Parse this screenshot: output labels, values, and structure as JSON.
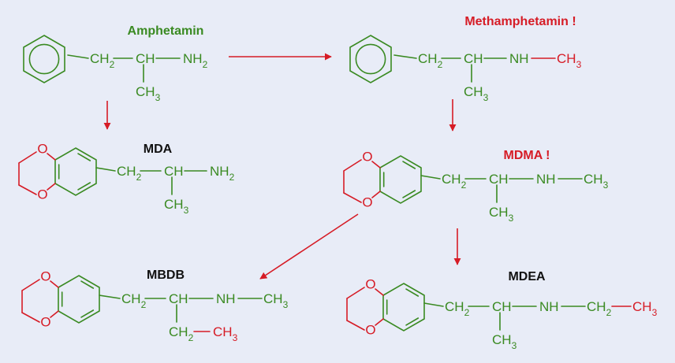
{
  "colors": {
    "background": "#e8ecf7",
    "bond": "#3a8a22",
    "highlight": "#d61c26",
    "heading_green": "#3a8a22",
    "heading_black": "#111111"
  },
  "compounds": {
    "amphetamin": {
      "name": "Amphetamin"
    },
    "methamphetamin": {
      "name": "Methamphetamin !"
    },
    "mda": {
      "name": "MDA"
    },
    "mdma": {
      "name": "MDMA !"
    },
    "mbdb": {
      "name": "MBDB"
    },
    "mdea": {
      "name": "MDEA"
    }
  },
  "groups": {
    "ch2": "CH",
    "ch": "CH",
    "nh2": "NH",
    "nh": "NH",
    "ch3": "CH",
    "sub2": "2",
    "sub3": "3",
    "oxygen": "O"
  }
}
